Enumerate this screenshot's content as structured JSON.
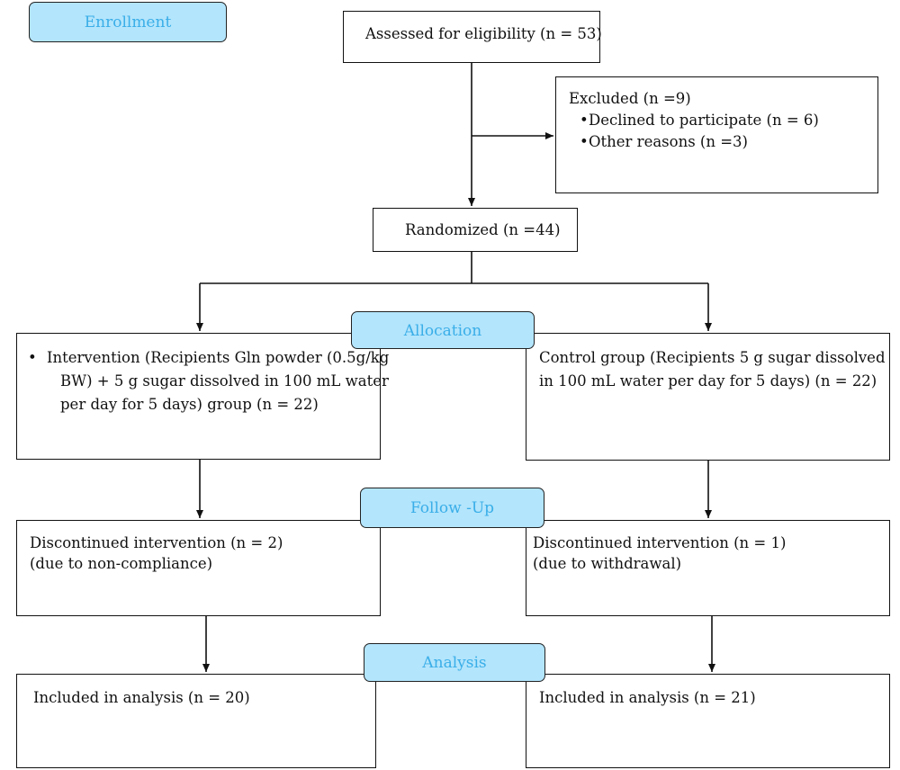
{
  "stages": {
    "enrollment": "Enrollment",
    "allocation": "Allocation",
    "follow_up": "Follow -Up",
    "analysis": "Analysis"
  },
  "assessed": "Assessed for eligibility (n = 53)",
  "excluded": {
    "title": "Excluded (n =9)",
    "items": [
      "Declined to participate (n = 6)",
      "Other reasons (n =3)"
    ]
  },
  "randomized": "Randomized (n =44)",
  "intervention": {
    "bullet": "•",
    "lines": [
      "Intervention (Recipients Gln powder (0.5g/kg",
      "BW) + 5 g sugar dissolved in 100 mL water",
      "per day for 5 days) group (n = 22)"
    ]
  },
  "control": {
    "lines": [
      "Control group (Recipients 5 g sugar dissolved",
      "in 100 mL water per day for 5 days) (n = 22)"
    ]
  },
  "followup_left": {
    "lines": [
      "Discontinued intervention (n = 2)",
      "(due to non-compliance)"
    ]
  },
  "followup_right": {
    "lines": [
      "Discontinued intervention (n = 1)",
      "(due to withdrawal)"
    ]
  },
  "analysis_left": "Included in analysis (n = 20)",
  "analysis_right": "Included in analysis (n = 21)",
  "colors": {
    "stage_fill": "#b3e5fc",
    "stage_text": "#3aaee8",
    "line": "#111111"
  }
}
